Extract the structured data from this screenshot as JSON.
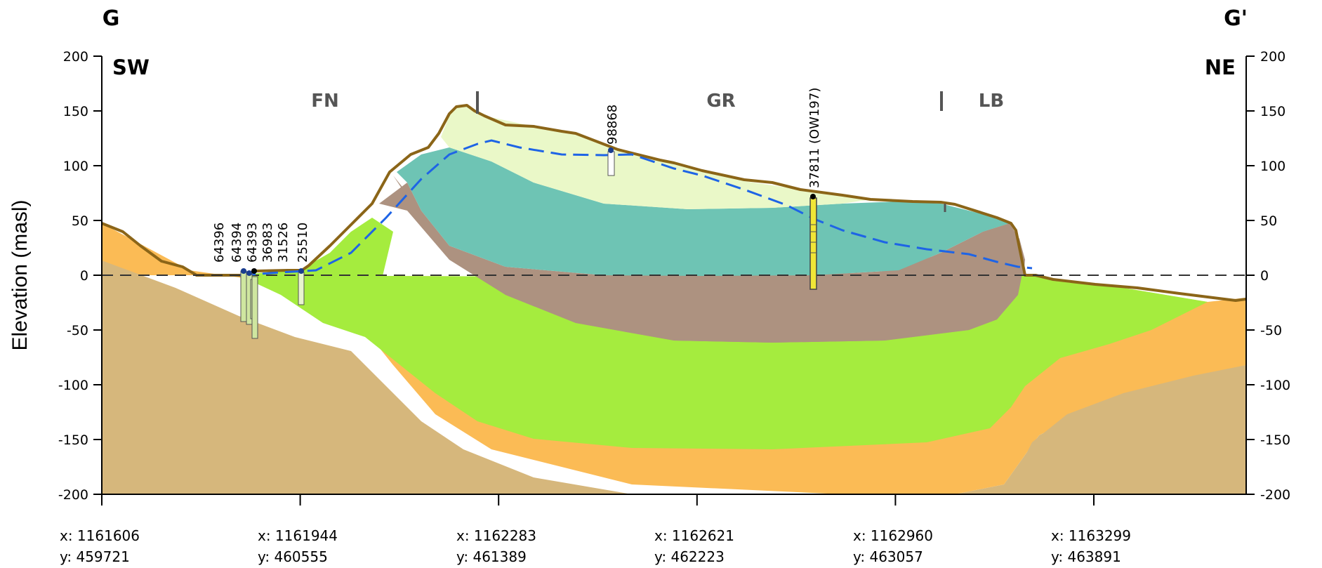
{
  "section": {
    "start_label": "G",
    "end_label": "G'",
    "left_direction": "SW",
    "right_direction": "NE",
    "y_axis_label": "Elevation (masl)",
    "y_ticks": [
      "200",
      "150",
      "100",
      "50",
      "0",
      "-50",
      "-100",
      "-150",
      "-200"
    ],
    "units": [
      {
        "name": "FN"
      },
      {
        "name": "GR"
      },
      {
        "name": "LB"
      }
    ],
    "x_coords": [
      {
        "x": "x: 1161606",
        "y": "y: 459721"
      },
      {
        "x": "x: 1161944",
        "y": "y: 460555"
      },
      {
        "x": "x: 1162283",
        "y": "y: 461389"
      },
      {
        "x": "x: 1162621",
        "y": "y: 462223"
      },
      {
        "x": "x: 1162960",
        "y": "y: 463057"
      },
      {
        "x": "x: 1163299",
        "y": "y: 463891"
      }
    ],
    "wells": [
      "64396",
      "64394",
      "64393",
      "36983",
      "31526",
      "25510",
      "98868",
      "37811 (OW197)"
    ],
    "colors": {
      "bedrock": "#d6b77c",
      "orange_layer": "#fbbb55",
      "green_layer": "#a5ec3e",
      "brown_layer": "#ad9280",
      "teal_layer": "#6ec4b4",
      "pale_layer": "#eaf8c8",
      "surface_line": "#8b6518",
      "water_table": "#1e64e6"
    }
  }
}
